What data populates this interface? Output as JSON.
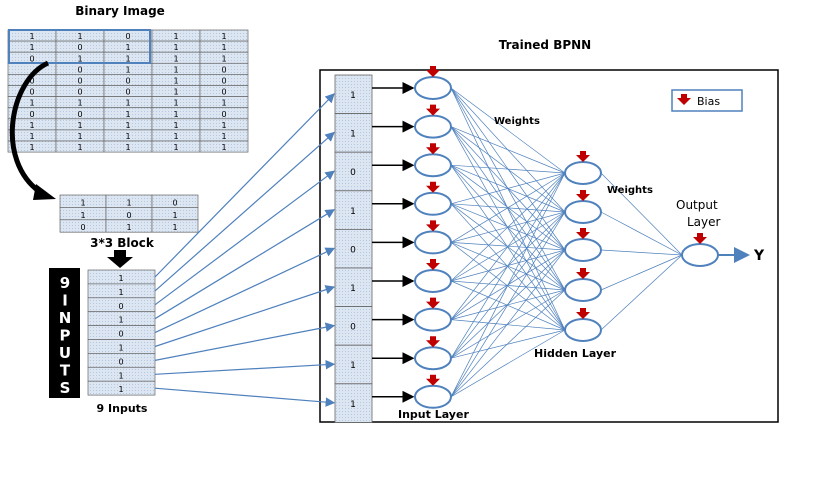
{
  "binary_image": {
    "title": "Binary Image",
    "rows": [
      [
        "1",
        "1",
        "0",
        "1",
        "1"
      ],
      [
        "1",
        "0",
        "1",
        "1",
        "1"
      ],
      [
        "0",
        "1",
        "1",
        "1",
        "1"
      ],
      [
        "",
        "0",
        "1",
        "1",
        "0"
      ],
      [
        "0",
        "0",
        "0",
        "1",
        "0"
      ],
      [
        "0",
        "0",
        "0",
        "1",
        "0"
      ],
      [
        "1",
        "1",
        "1",
        "1",
        "1"
      ],
      [
        "0",
        "0",
        "1",
        "1",
        "0"
      ],
      [
        "1",
        "1",
        "1",
        "1",
        "1"
      ],
      [
        "1",
        "1",
        "1",
        "1",
        "1"
      ],
      [
        "1",
        "1",
        "1",
        "1",
        "1"
      ]
    ]
  },
  "block": {
    "label": "3*3 Block",
    "rows": [
      [
        "1",
        "1",
        "0"
      ],
      [
        "1",
        "0",
        "1"
      ],
      [
        "0",
        "1",
        "1"
      ]
    ]
  },
  "inputs": {
    "side_label": [
      "9",
      "I",
      "N",
      "P",
      "U",
      "T",
      "S"
    ],
    "label": "9 Inputs",
    "values": [
      "1",
      "1",
      "0",
      "1",
      "0",
      "1",
      "0",
      "1",
      "1"
    ]
  },
  "network": {
    "title": "Trained BPNN",
    "input_values": [
      "1",
      "1",
      "0",
      "1",
      "0",
      "1",
      "0",
      "1",
      "1"
    ],
    "bias_legend": "Bias",
    "weights_label_1": "Weights",
    "weights_label_2": "Weights",
    "output_layer_label_1": "Output",
    "output_layer_label_2": "Layer",
    "hidden_layer_label": "Hidden Layer",
    "input_layer_label": "Input Layer",
    "output_symbol": "Y",
    "hidden_count": 5
  },
  "colors": {
    "line": "#4f81bd",
    "bias": "#c00000",
    "grid_fill": "#dce6f2"
  }
}
